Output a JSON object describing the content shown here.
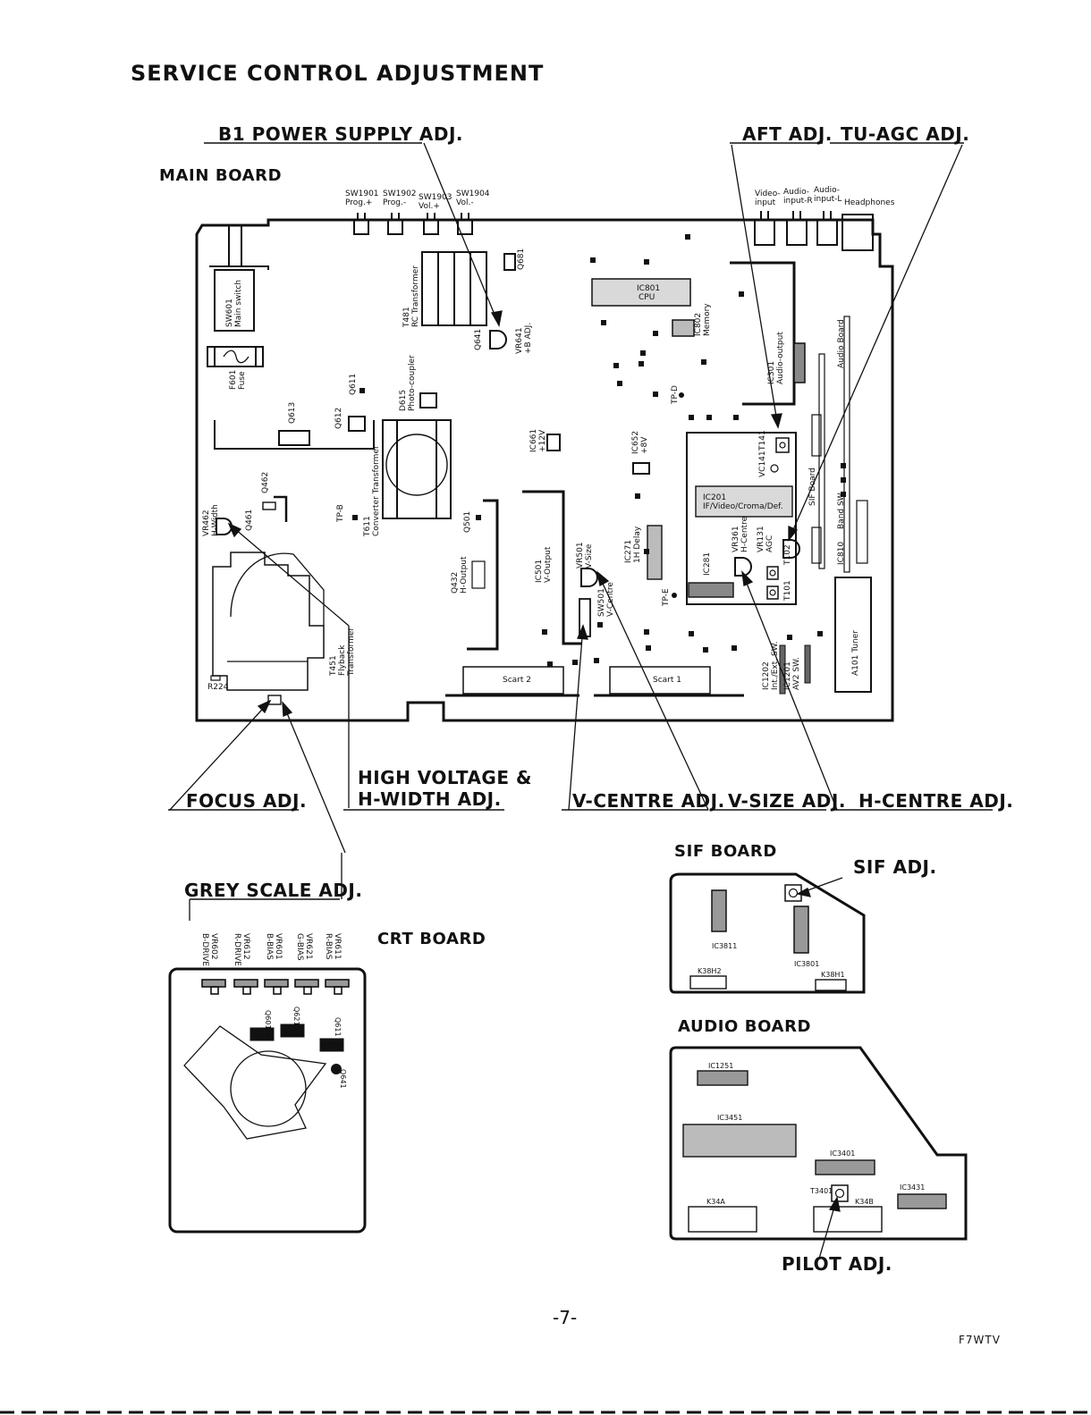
{
  "title": "SERVICE CONTROL ADJUSTMENT",
  "page_number": "-7-",
  "model": "F7WTV",
  "adjustments": {
    "b1_power": "B1 POWER SUPPLY ADJ.",
    "aft": "AFT ADJ.",
    "tu_agc": "TU-AGC ADJ.",
    "focus": "FOCUS ADJ.",
    "high_voltage_1": "HIGH VOLTAGE &",
    "high_voltage_2": "H-WIDTH ADJ.",
    "v_centre": "V-CENTRE ADJ.",
    "v_size": "V-SIZE ADJ.",
    "h_centre": "H-CENTRE ADJ.",
    "grey_scale": "GREY SCALE ADJ.",
    "sif": "SIF ADJ.",
    "pilot": "PILOT ADJ."
  },
  "boards": {
    "main": "MAIN BOARD",
    "crt": "CRT BOARD",
    "sif": "SIF BOARD",
    "audio": "AUDIO BOARD"
  },
  "main_board": {
    "sw1901": "SW1901",
    "sw1901_fn": "Prog.+",
    "sw1902": "SW1902",
    "sw1902_fn": "Prog.-",
    "sw1903": "SW1903",
    "sw1903_fn": "Vol.+",
    "sw1904": "SW1904",
    "sw1904_fn": "Vol.-",
    "video_input_1": "Video-",
    "video_input_2": "input",
    "audio_r_1": "Audio-",
    "audio_r_2": "input-R",
    "audio_l_1": "Audio-",
    "audio_l_2": "input-L",
    "headphones": "Headphones",
    "sw601": "SW601",
    "sw601_fn": "Main switch",
    "f601": "F601",
    "f601_fn": "Fuse",
    "t481": "T481",
    "t481_fn": "RC Transformer",
    "q681": "Q681",
    "q641": "Q641",
    "vr641": "VR641",
    "vr641_fn": "+B ADJ.",
    "ic801": "IC801",
    "ic801_fn": "CPU",
    "ic802": "IC802",
    "ic802_fn": "Memory",
    "ic301": "IC301",
    "ic301_fn": "Audio-output",
    "audio_board": "Audio Board",
    "q611": "Q611",
    "q613": "Q613",
    "q612": "Q612",
    "d615": "D615",
    "d615_fn": "Photo-coupler",
    "tpd": "TP-D",
    "ic661": "IC661",
    "ic661_fn": "+12V",
    "ic652": "IC652",
    "ic652_fn": "+8V",
    "vc141": "VC141",
    "t141": "T141",
    "sif_board": "SIF Board",
    "ic201": "IC201",
    "ic201_fn": "IF/Video/Croma/Def.",
    "vr462": "VR462",
    "vr462_fn": "H-Width",
    "q462": "Q462",
    "q461": "Q461",
    "tpb": "TP-B",
    "t611": "T611",
    "t611_fn": "Converter Transformer",
    "q501": "Q501",
    "ic501": "IC501",
    "ic501_fn": "V-Output",
    "vr501": "VR501",
    "vr501_fn": "V-Size",
    "ic271": "IC271",
    "ic271_fn": "1H Delay",
    "vr361": "VR361",
    "vr361_fn": "H-Centre",
    "vr131": "VR131",
    "vr131_fn": "AGC",
    "ic810": "IC810",
    "ic810_fn": "Band SW.",
    "q432": "Q432",
    "q432_fn": "H-Output",
    "ic281": "IC281",
    "t102": "T102",
    "t101": "T101",
    "tpe": "TP-E",
    "sw501": "SW501",
    "sw501_fn": "V-Centre",
    "t451": "T451",
    "t451_fn": "Flyback",
    "t451_fn2": "Transformer",
    "r224": "R224",
    "scart2": "Scart 2",
    "scart1": "Scart 1",
    "ic1202": "IC1202",
    "ic1202_fn": "Int./Ext. SW.",
    "ic1201": "IC1201",
    "ic1201_fn": "AV2 SW.",
    "a101": "A101 Tuner"
  },
  "crt_board": {
    "vr602": "VR602",
    "vr602_fn": "B-DRIVE",
    "vr612": "VR612",
    "vr612_fn": "R-DRIVE",
    "vr601": "VR601",
    "vr601_fn": "B-BIAS",
    "vr621": "VR621",
    "vr621_fn": "G-BIAS",
    "vr611": "VR611",
    "vr611_fn": "R-BIAS",
    "q601": "Q601",
    "q621": "Q621",
    "q611": "Q611",
    "q641": "Q641"
  },
  "sif_board": {
    "ic3811": "IC3811",
    "ic3801": "IC3801",
    "k38h2": "K38H2",
    "k38h1": "K38H1"
  },
  "audio_board": {
    "ic1251": "IC1251",
    "ic3451": "IC3451",
    "ic3401": "IC3401",
    "ic3431": "IC3431",
    "t3401": "T3401",
    "k34a": "K34A",
    "k34b": "K34B"
  }
}
